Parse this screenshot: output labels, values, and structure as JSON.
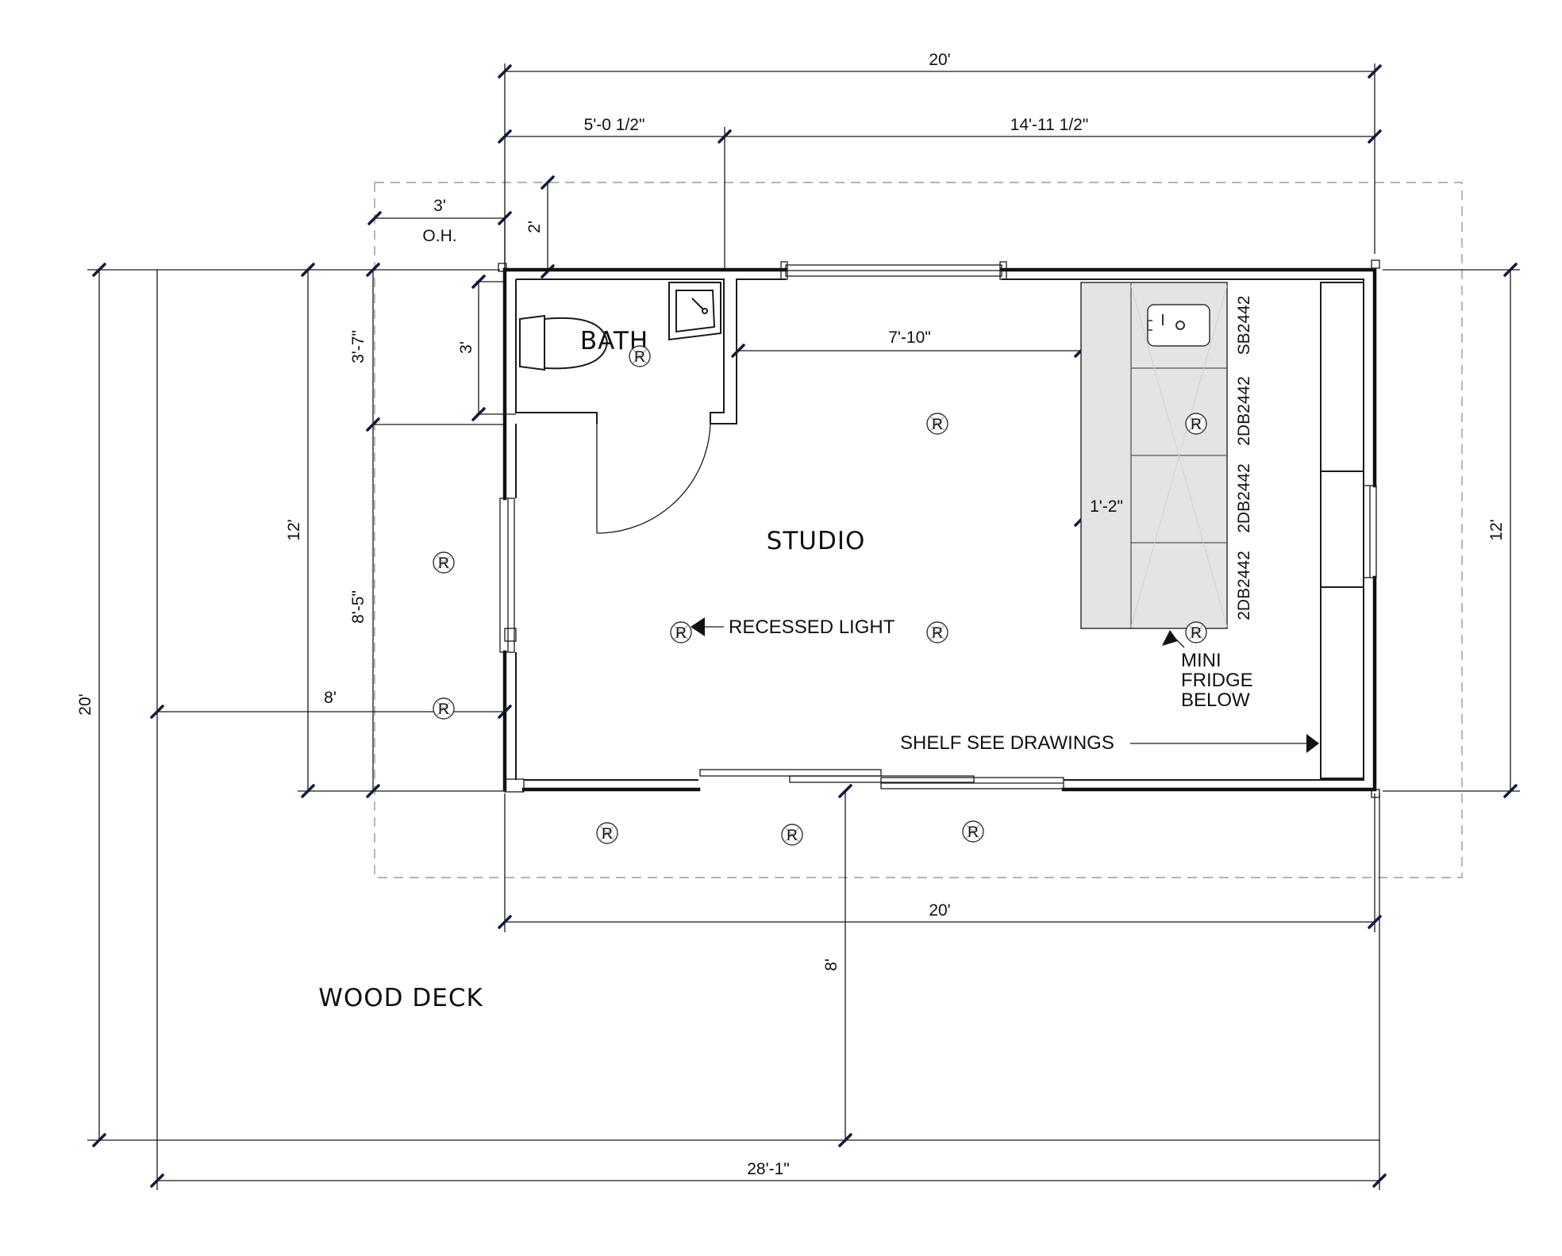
{
  "rooms": {
    "bath": "BATH",
    "studio": "STUDIO",
    "deck": "WOOD DECK"
  },
  "dimensions": {
    "top_overall": "20'",
    "top_left_segment": "5'-0 1/2\"",
    "top_right_segment": "14'-11 1/2\"",
    "overhang": "3'",
    "overhang_label": "O.H.",
    "overhang_depth": "2'",
    "bath_height": "3'-7\"",
    "toilet_clearance": "3'",
    "counter_distance": "7'-10\"",
    "counter_depth": "1'-2\"",
    "left_wall": "12'",
    "lower_left_wall": "8'-5\"",
    "deck_width": "8'",
    "deck_total_height": "20'",
    "right_wall": "12'",
    "bottom_wall": "20'",
    "deck_depth": "8'",
    "deck_total_width": "28'-1\""
  },
  "cabinets": [
    "SB2442",
    "2DB2442",
    "2DB2442",
    "2DB2442"
  ],
  "notes": {
    "recessed_light": "RECESSED LIGHT",
    "mini_fridge_1": "MINI",
    "mini_fridge_2": "FRIDGE",
    "mini_fridge_3": "BELOW",
    "shelf": "SHELF SEE DRAWINGS"
  },
  "fixture_symbol": "R",
  "colors": {
    "line": "#1a1a1a",
    "tick": "#121a3a",
    "cabinet_fill": "#e4e4e4",
    "overhang_dash": "#9a9a9a"
  }
}
